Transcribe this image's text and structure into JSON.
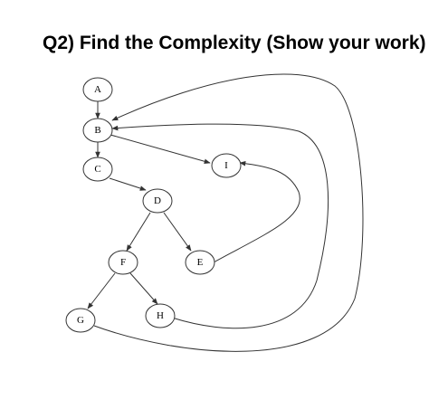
{
  "title": "Q2) Find the Complexity (Show your work)",
  "graph": {
    "nodes": [
      {
        "id": "A",
        "label": "A"
      },
      {
        "id": "B",
        "label": "B"
      },
      {
        "id": "C",
        "label": "C"
      },
      {
        "id": "D",
        "label": "D"
      },
      {
        "id": "E",
        "label": "E"
      },
      {
        "id": "F",
        "label": "F"
      },
      {
        "id": "G",
        "label": "G"
      },
      {
        "id": "H",
        "label": "H"
      },
      {
        "id": "I",
        "label": "I"
      }
    ],
    "edges": [
      {
        "from": "A",
        "to": "B"
      },
      {
        "from": "B",
        "to": "C"
      },
      {
        "from": "B",
        "to": "I"
      },
      {
        "from": "C",
        "to": "D"
      },
      {
        "from": "D",
        "to": "F"
      },
      {
        "from": "D",
        "to": "E"
      },
      {
        "from": "F",
        "to": "G"
      },
      {
        "from": "F",
        "to": "H"
      },
      {
        "from": "E",
        "to": "I"
      },
      {
        "from": "H",
        "to": "B"
      },
      {
        "from": "G",
        "to": "B"
      }
    ]
  },
  "colors": {
    "stroke": "#333333",
    "text": "#000000",
    "background": "#ffffff"
  }
}
